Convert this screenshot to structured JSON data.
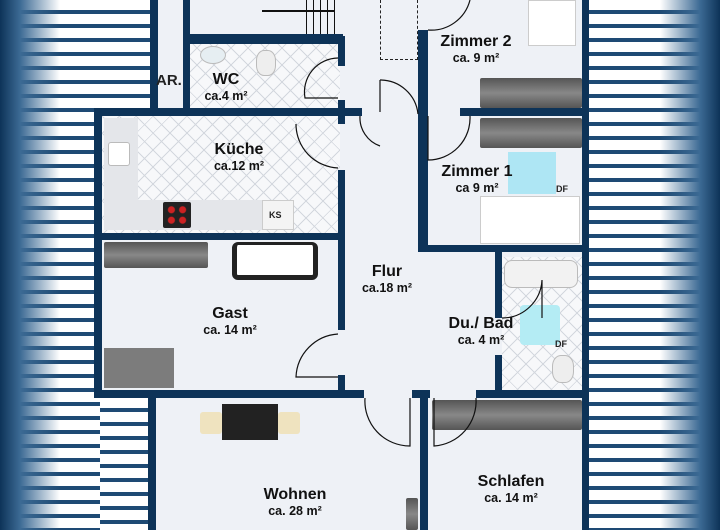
{
  "rooms": {
    "zimmer2": {
      "name": "Zimmer 2",
      "area": "ca. 9 m²"
    },
    "ar": {
      "name": "AR."
    },
    "wc": {
      "name": "WC",
      "area": "ca.4 m²"
    },
    "kueche": {
      "name": "Küche",
      "area": "ca.12 m²",
      "fridge": "KS"
    },
    "zimmer1": {
      "name": "Zimmer 1",
      "area": "ca 9 m²",
      "skylight": "DF"
    },
    "flur": {
      "name": "Flur",
      "area": "ca.18 m²"
    },
    "gast": {
      "name": "Gast",
      "area": "ca. 14 m²"
    },
    "bad": {
      "name": "Du./ Bad",
      "area": "ca. 4 m²",
      "skylight": "DF"
    },
    "wohnen": {
      "name": "Wohnen",
      "area": "ca. 28 m²"
    },
    "schlafen": {
      "name": "Schlafen",
      "area": "ca. 14 m²"
    }
  },
  "colors": {
    "wall": "#0d3358",
    "floor": "#eef1f6"
  }
}
